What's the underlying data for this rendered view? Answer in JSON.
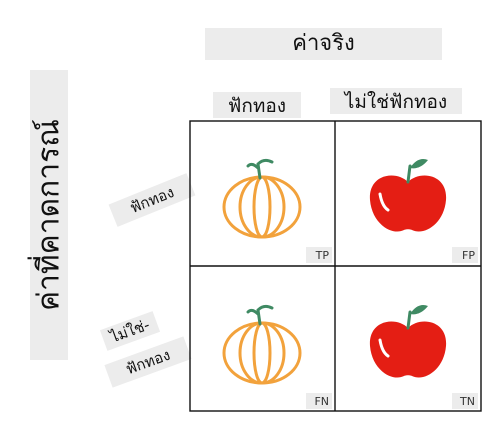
{
  "actual": {
    "title": "ค่าจริง",
    "columns": [
      "ฟักทอง",
      "ไม่ใช่ฟักทอง"
    ]
  },
  "predicted": {
    "title": "ค่าที่คาดการณ์",
    "row1": "ฟักทอง",
    "row2_line1": "ไม่ใช่-",
    "row2_line2": "ฟักทอง"
  },
  "cells": {
    "tp": "TP",
    "fp": "FP",
    "fn": "FN",
    "tn": "TN"
  },
  "icons": {
    "pumpkin": "pumpkin-icon",
    "apple": "apple-icon"
  },
  "colors": {
    "pumpkin": "#f2a23c",
    "apple": "#e41e14",
    "stem": "#3f8a63"
  }
}
